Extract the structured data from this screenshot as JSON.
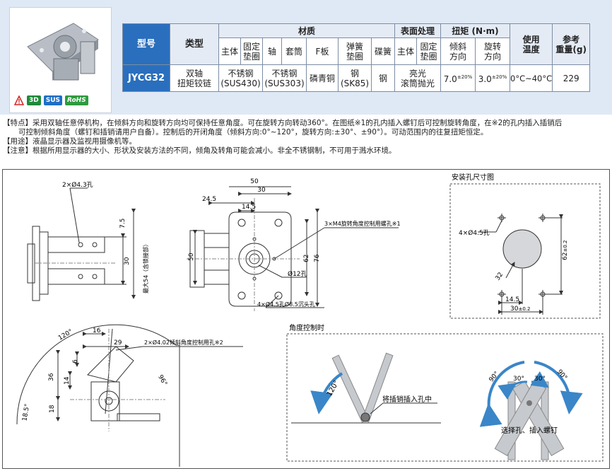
{
  "table": {
    "h_model": "型号",
    "h_type": "类型",
    "h_material": "材质",
    "h_surface": "表面处理",
    "h_torque": "扭矩 (N·m)",
    "h_temp": "使用\n温度",
    "h_weight": "参考\n重量(g)",
    "sub": [
      "主体",
      "固定\n垫圈",
      "轴",
      "套筒",
      "F板",
      "弹簧\n垫圈",
      "碟簧",
      "主体",
      "固定\n垫圈",
      "倾斜\n方向",
      "旋转\n方向"
    ],
    "model": "JYCG32",
    "type": "双轴\n扭矩铰链",
    "mat_body": "不锈钢\n(SUS430)",
    "mat_shaft": "不锈钢\n(SUS303)",
    "mat_fplate": "磷青铜",
    "mat_spring": "钢\n(SK85)",
    "mat_disc": "钢",
    "surface": "亮光\n滚筒抛光",
    "torque_tilt": "7.0",
    "torque_tilt_tol": "±20%",
    "torque_rot": "3.0",
    "torque_rot_tol": "±20%",
    "temp": "0°C~40°C",
    "weight": "229"
  },
  "badges": {
    "b3d": "3D",
    "bsus": "SUS",
    "brohs": "RoHS"
  },
  "notes": {
    "n1a": "【特点】采用双轴任意停机构，在倾斜方向和旋转方向均可保持任意角度。可在旋转方向转动360°。在图纸※1的孔内插入螺钉后可控制旋转角度，在※2的孔内插入插销后",
    "n1b": "可控制倾斜角度（螺钉和插销请用户自备）。控制后的开闭角度（倾斜方向:0°~120°，旋转方向:±30°、±90°）。可动范围内的往复扭矩恒定。",
    "n2": "【用途】液晶显示器及监视用摄像机等。",
    "n3": "【注意】根据所用显示器的大小、形状及安装方法的不同，倾角及转角可能会减小。非全不锈钢制，不可用于溅水环境。"
  },
  "drawing": {
    "d_2x43": "2×Ø4.3孔",
    "d_75": "7.5",
    "d_30": "30",
    "d_max54": "最大54（含锁接部）",
    "d_50t": "50",
    "d_30t": "30",
    "d_245": "24.5",
    "d_145": "14.5",
    "d_50l": "50",
    "d_m4": "3×M4旋转角度控制用螺孔※1",
    "d_62": "62",
    "d_76": "76",
    "d_o12": "Ø12孔",
    "d_4x45": "4×Ø4.5孔Ø8.5沉头孔",
    "mount_title": "安装孔尺寸图",
    "m_4x45": "4×Ø4.5孔",
    "m_32": "32",
    "m_62": "62",
    "m_62tol": "±0.2",
    "m_145": "14.5",
    "m_30": "30",
    "m_30tol": "±0.2",
    "s_120": "120°",
    "s_16": "16",
    "s_29": "29",
    "s_2x402": "2×Ø4.02倾斜角度控制用孔※2",
    "s_6": "6",
    "s_14": "14",
    "s_36": "36",
    "s_18": "18",
    "s_185": "18.5°",
    "s_96": "96°",
    "angle_title": "角度控制时",
    "a_120": "120°",
    "a_pin": "将插销插入孔中",
    "a_90l": "90°",
    "a_30l": "30°",
    "a_30r": "30°",
    "a_90r": "90°",
    "a_sel": "选择孔、插入螺钉"
  }
}
